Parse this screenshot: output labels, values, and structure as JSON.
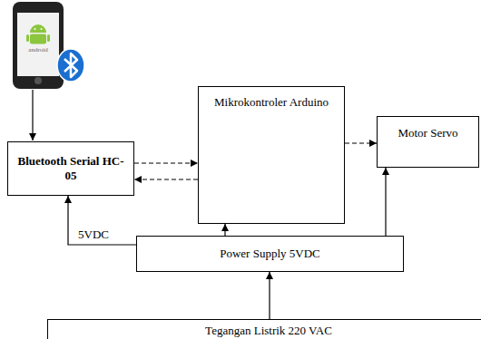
{
  "diagram": {
    "nodes": [
      {
        "text": [
          "Bluetooth Serial HC-05"
        ]
      },
      {
        "text": [
          "Mikrokontroler Arduino"
        ]
      },
      {
        "text": [
          "Motor Servo"
        ]
      },
      {
        "text": [
          "Power Supply 5VDC"
        ]
      },
      {
        "text": [
          "Tegangan Listrik 220 VAC"
        ]
      }
    ],
    "edges": [
      {
        "from": 0,
        "to": 1,
        "arrow": "to"
      },
      {
        "from": 1,
        "to": 0,
        "arrow": "to"
      },
      {
        "from": 1,
        "to": 2,
        "arrow": "to"
      },
      {
        "from": 3,
        "to": 0,
        "arrow": "to"
      },
      {
        "from": 3,
        "to": 1,
        "arrow": "to"
      },
      {
        "from": 3,
        "to": 2,
        "arrow": "to"
      },
      {
        "from": 4,
        "to": 3,
        "arrow": "to"
      }
    ],
    "labels": [
      "android",
      "5VDC"
    ]
  }
}
